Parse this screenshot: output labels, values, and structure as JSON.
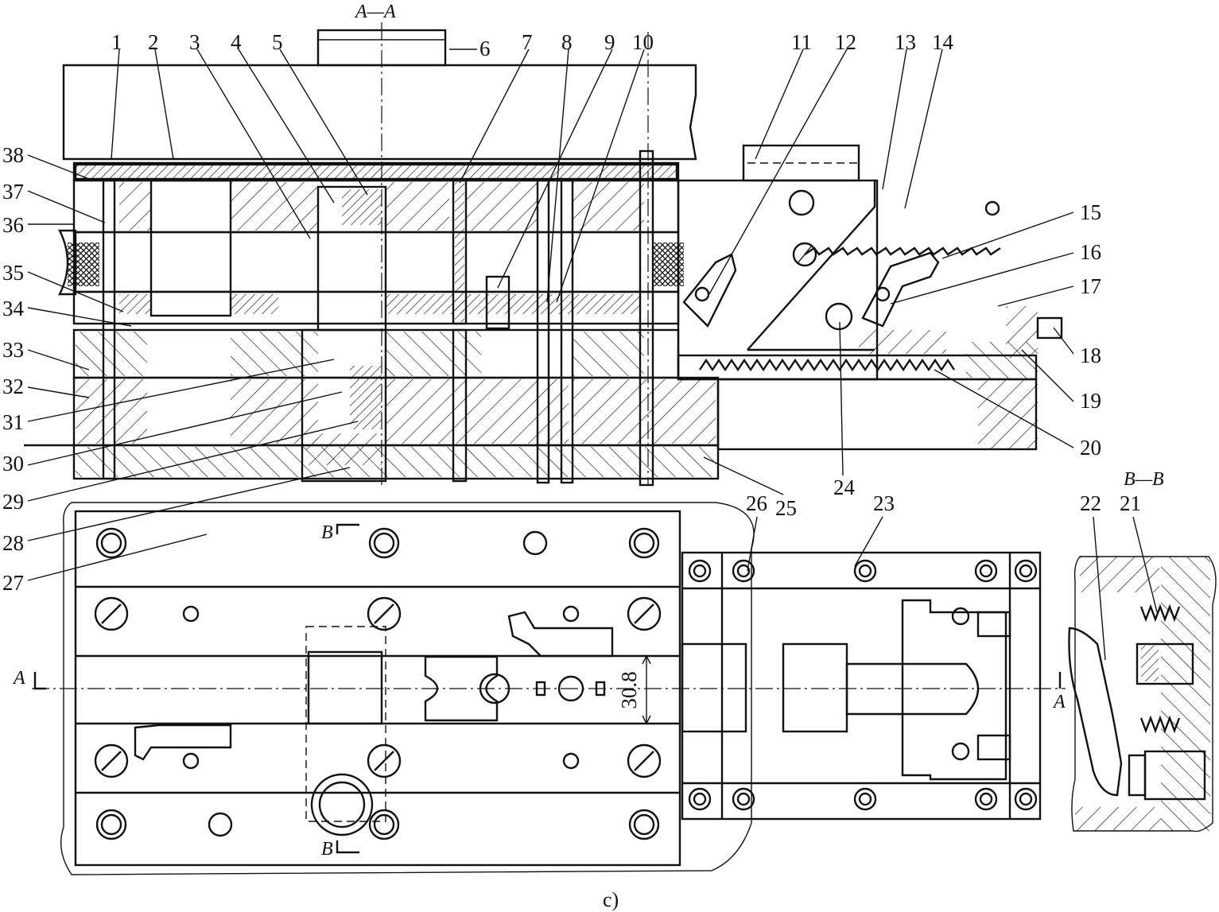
{
  "part_numbers": [
    "1",
    "2",
    "3",
    "4",
    "5",
    "6",
    "7",
    "8",
    "9",
    "10",
    "11",
    "12",
    "13",
    "14",
    "15",
    "16",
    "17",
    "18",
    "19",
    "20",
    "21",
    "22",
    "23",
    "24",
    "25",
    "26",
    "27",
    "28",
    "29",
    "30",
    "31",
    "32",
    "33",
    "34",
    "35",
    "36",
    "37",
    "38"
  ],
  "section_labels": {
    "top_section": "A—A",
    "detail_section": "B—B",
    "plan_arrow_a_left": "A",
    "plan_arrow_a_right": "A",
    "plan_arrow_b_top": "B",
    "plan_arrow_b_bottom": "B"
  },
  "dimension": "30.8",
  "caption": "c)",
  "icons": [
    "spring-icon",
    "screw-head-icon",
    "pin-icon",
    "knurl-icon"
  ]
}
